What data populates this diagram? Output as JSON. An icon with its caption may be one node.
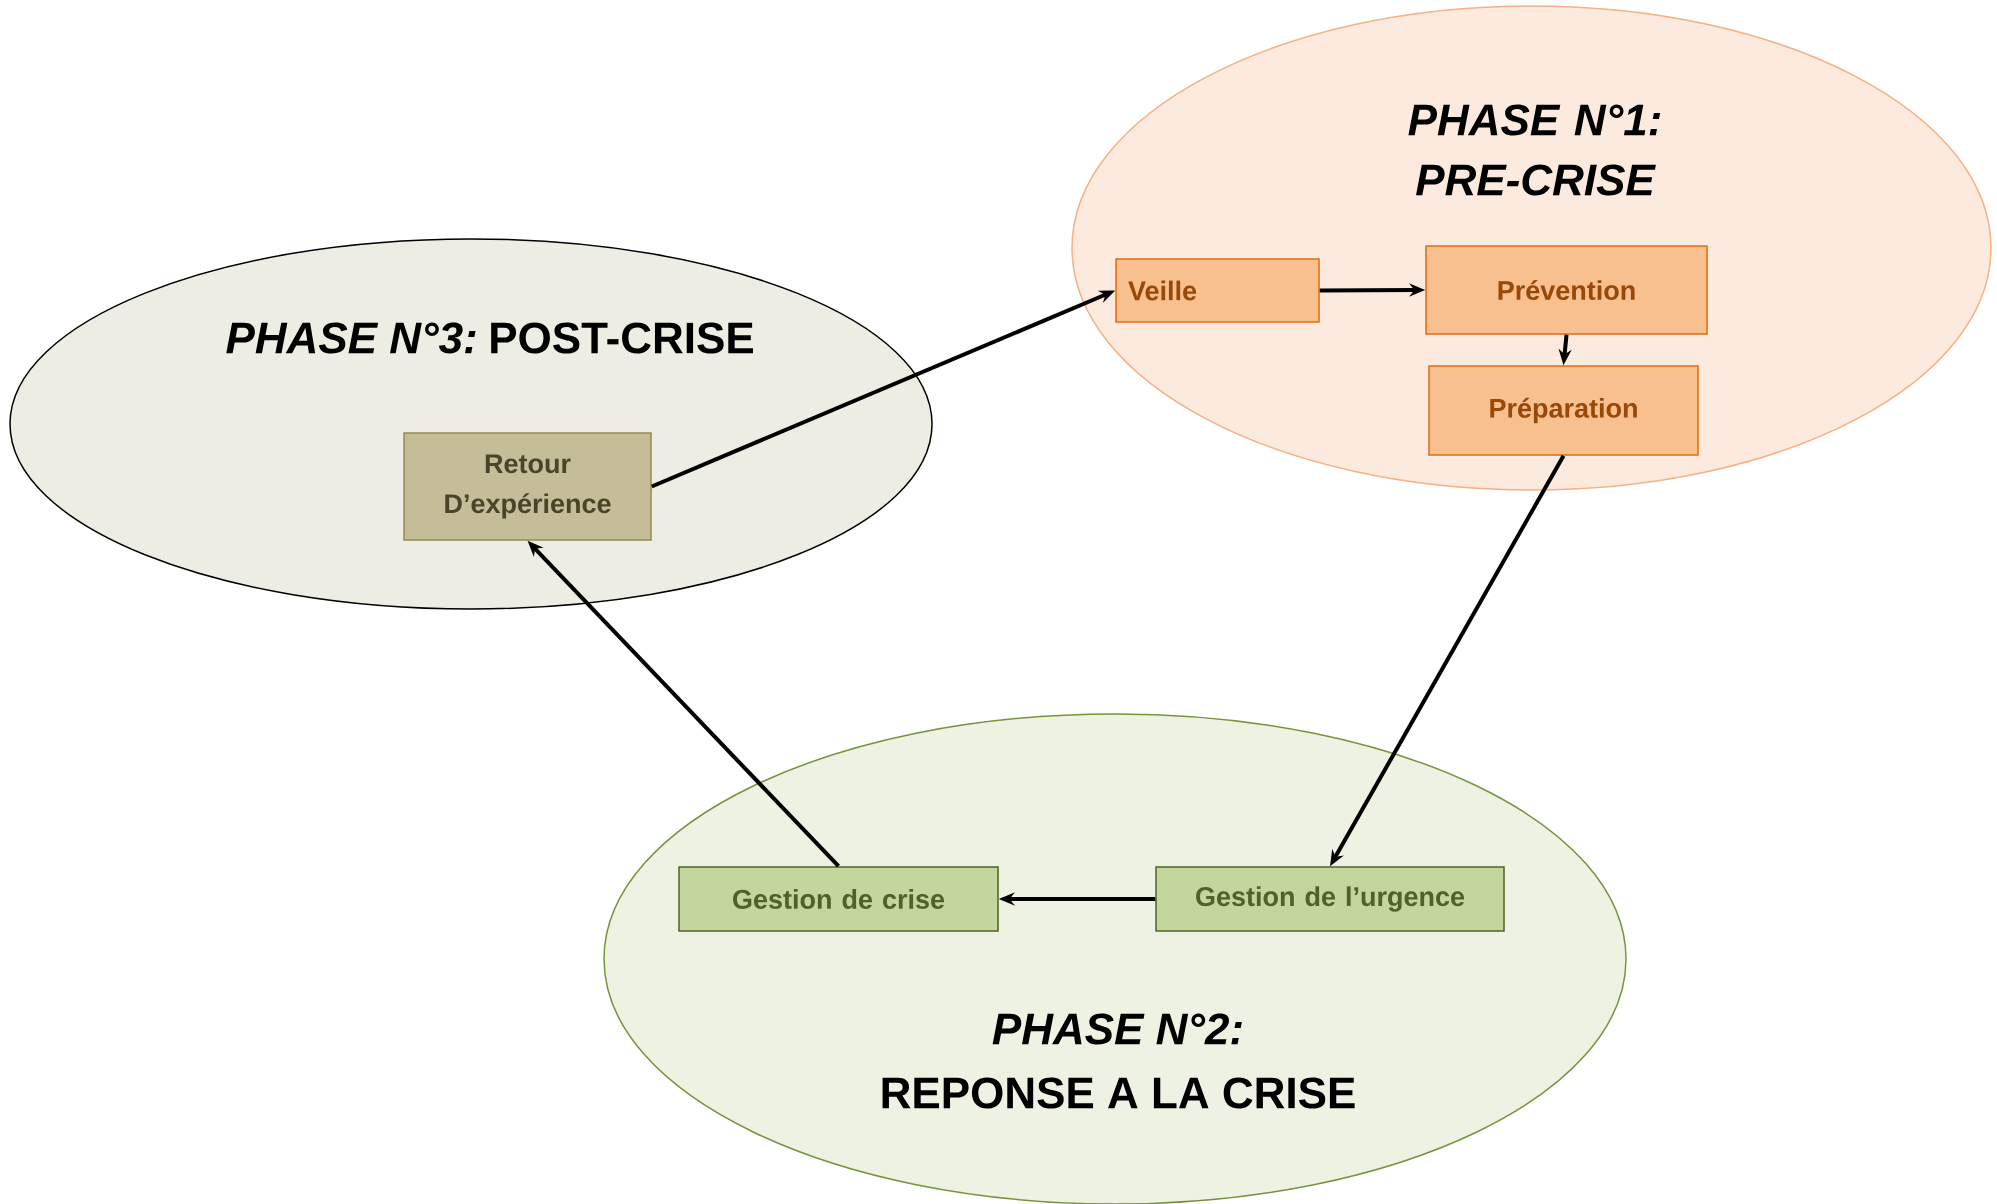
{
  "diagram": {
    "nodes": [
      {
        "text": [
          "PHASE N°1: PRE-CRISE"
        ]
      },
      {
        "text": [
          "Veille"
        ],
        "in": 0
      },
      {
        "text": [
          "Prévention"
        ],
        "in": 0
      },
      {
        "text": [
          "Préparation"
        ],
        "in": 0
      },
      {
        "text": [
          "PHASE N°2:",
          "REPONSE A LA CRISE"
        ]
      },
      {
        "text": [
          "Gestion de crise"
        ],
        "in": 4
      },
      {
        "text": [
          "Gestion de l’urgence"
        ],
        "in": 4
      },
      {
        "text": [
          "PHASE N°3:",
          "POST-CRISE"
        ]
      },
      {
        "text": [
          "Retour D’expérience"
        ],
        "in": 7
      }
    ],
    "edges": [
      {
        "from": 1,
        "to": 2,
        "arrow": "to"
      },
      {
        "from": 2,
        "to": 3,
        "arrow": "to"
      },
      {
        "from": 3,
        "to": 6,
        "arrow": "to"
      },
      {
        "from": 6,
        "to": 5,
        "arrow": "to"
      },
      {
        "from": 5,
        "to": 8,
        "arrow": "to"
      },
      {
        "from": 8,
        "to": 1,
        "arrow": "to"
      }
    ]
  }
}
